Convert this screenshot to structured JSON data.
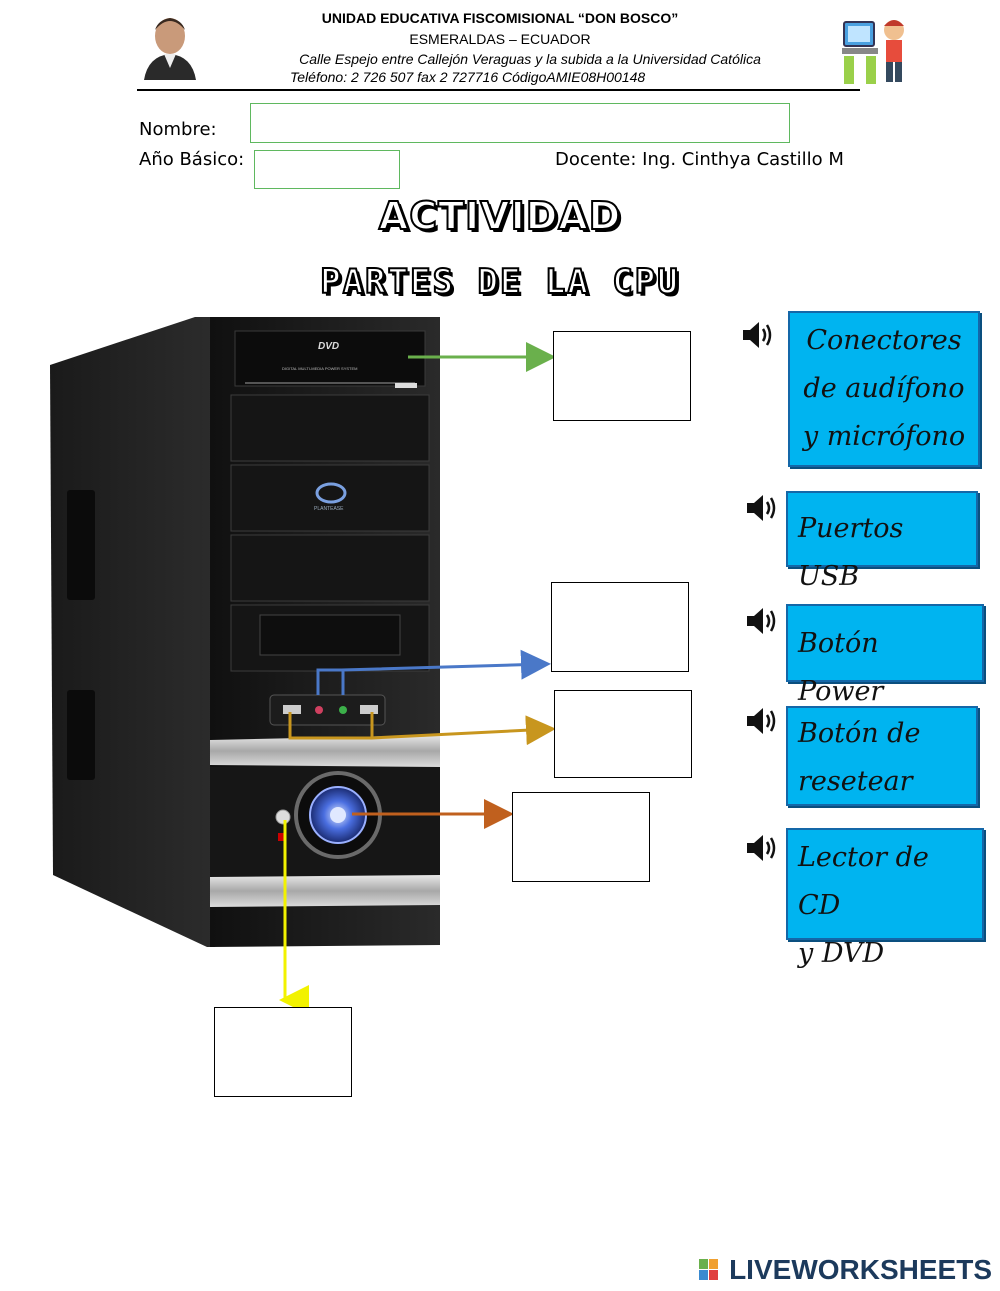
{
  "header": {
    "school": "UNIDAD EDUCATIVA FISCOMISIONAL “DON BOSCO”",
    "city": "ESMERALDAS – ECUADOR",
    "address": "Calle Espejo entre Callejón Veraguas y la subida a la Universidad Católica",
    "phone": "Teléfono: 2 726 507 fax 2 727716   CódigoAMIE08H00148"
  },
  "form": {
    "name_label": "Nombre:",
    "year_label": "Año Básico:",
    "teacher": "Docente: Ing. Cinthya Castillo M"
  },
  "titles": {
    "activity": "ACTIVIDAD",
    "subtitle": "PARTES DE LA CPU"
  },
  "tower": {
    "dvd_label": "DVD",
    "drive_text": "DIGITAL MULTI-MEDIA POWER SYSTEM",
    "brand_text": "PLANTEASE"
  },
  "cards": [
    {
      "lines": [
        "Conectores",
        "de audífono",
        "y micrófono"
      ]
    },
    {
      "lines": [
        "Puertos USB"
      ]
    },
    {
      "lines": [
        "Botón Power"
      ]
    },
    {
      "lines": [
        "Botón de",
        "resetear"
      ]
    },
    {
      "lines": [
        "Lector de CD",
        "y DVD"
      ]
    }
  ],
  "arrow_colors": {
    "green": "#6ab04c",
    "blue": "#4a78c8",
    "gold": "#c8961e",
    "orange": "#c0601e",
    "yellow": "#f2f200"
  },
  "card_color": "#00b4f0",
  "footer": {
    "brand": "LIVEWORKSHEETS"
  }
}
